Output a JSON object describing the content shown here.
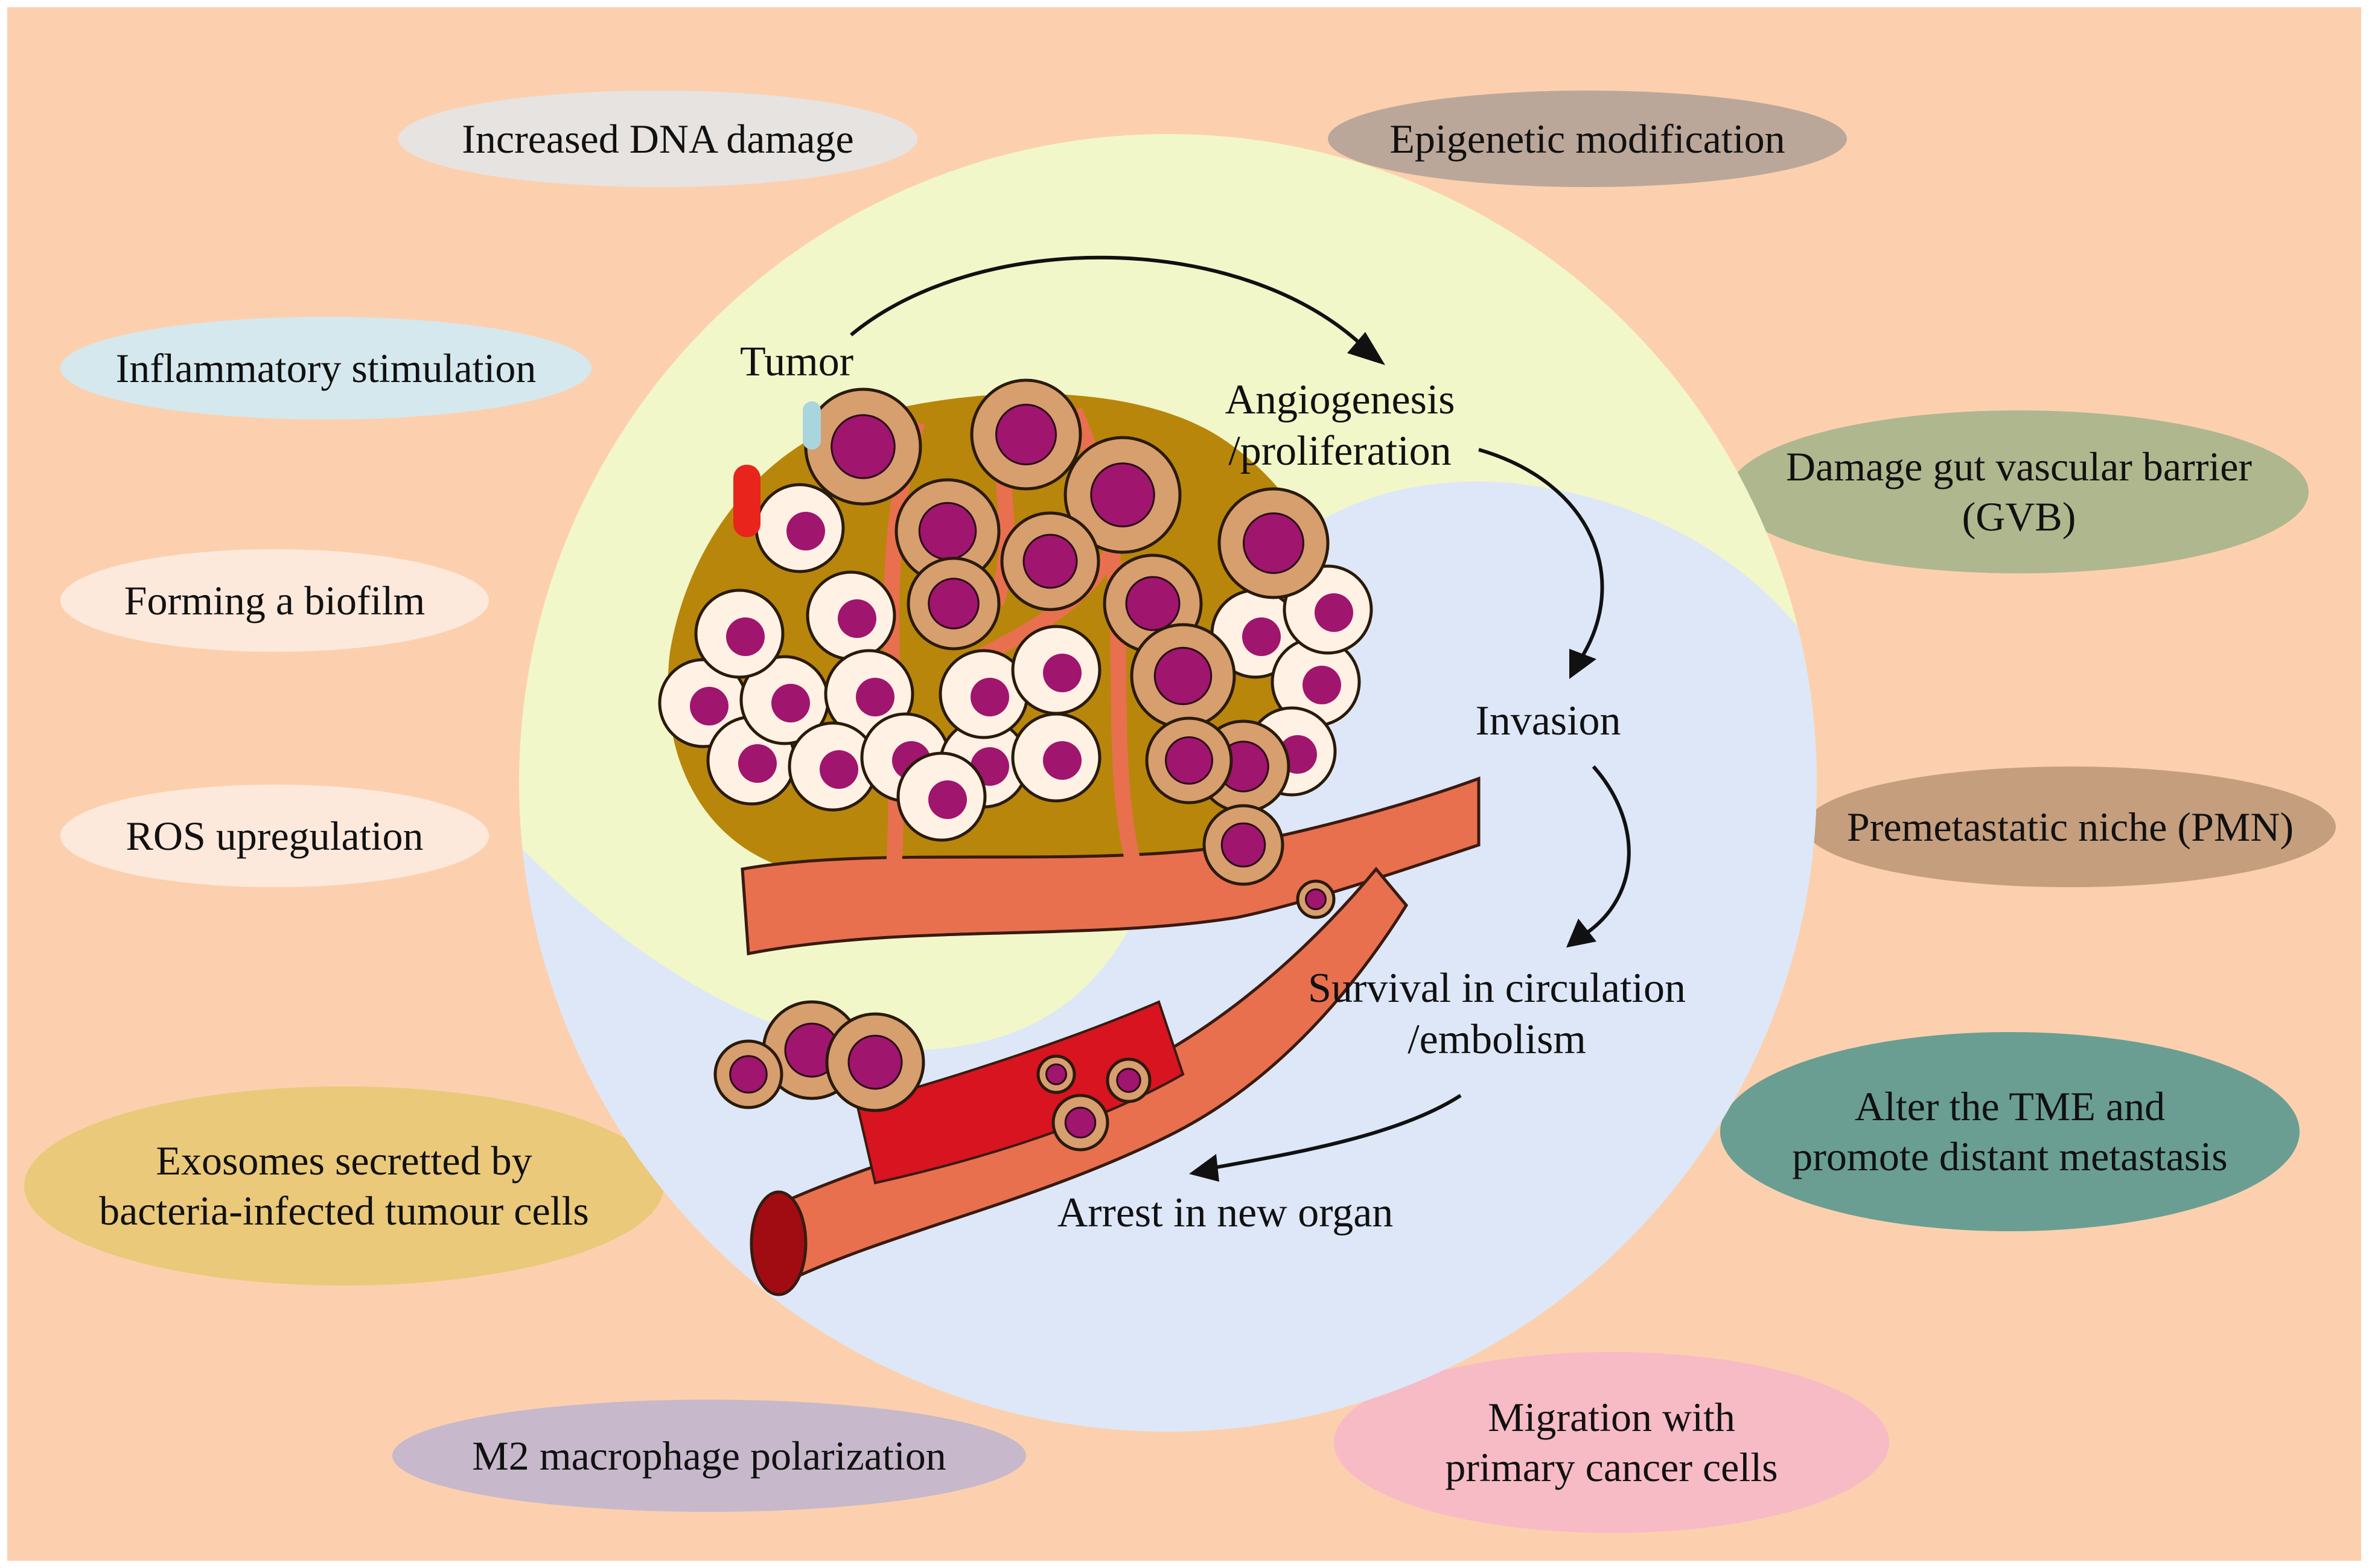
{
  "background_color": "#FCD0AE",
  "center_circle": {
    "color_upper": "#F1F7C9",
    "color_lower": "#DDE7F8"
  },
  "factors": [
    {
      "id": "dna_damage",
      "label": "Increased DNA damage",
      "color": "#E6E3E1"
    },
    {
      "id": "epigenetic",
      "label": "Epigenetic modification",
      "color": "#BBA79A"
    },
    {
      "id": "inflammatory",
      "label": "Inflammatory stimulation",
      "color": "#D5E8EE"
    },
    {
      "id": "gvb",
      "label": "Damage gut vascular barrier\n(GVB)",
      "color": "#AFB78E"
    },
    {
      "id": "biofilm",
      "label": "Forming a biofilm",
      "color": "#FDE9DC"
    },
    {
      "id": "ros",
      "label": "ROS upregulation",
      "color": "#FDE9DC"
    },
    {
      "id": "pmn",
      "label": "Premetastatic niche (PMN)",
      "color": "#C59E7E"
    },
    {
      "id": "tme",
      "label": "Alter the TME and\npromote distant metastasis",
      "color": "#6A9E93"
    },
    {
      "id": "exosomes",
      "label": "Exosomes secretted by\nbacteria-infected tumour cells",
      "color": "#EAC97A"
    },
    {
      "id": "m2",
      "label": "M2 macrophage polarization",
      "color": "#C7B8CB"
    },
    {
      "id": "migration",
      "label": "Migration with\nprimary cancer cells",
      "color": "#F7BBC6"
    }
  ],
  "steps": {
    "tumor": "Tumor",
    "angiogenesis": "Angiogenesis\n/proliferation",
    "invasion": "Invasion",
    "survival": "Survival in circulation\n/embolism",
    "arrest": "Arrest in new organ"
  },
  "illustration": {
    "cell_color": "#FFF1E3",
    "tumor_cell_color": "#D79E6E",
    "nucleus_color": "#A0156E",
    "vessel_color": "#E8704F",
    "blood_color": "#D7141F",
    "matrix_color": "#B8860B"
  }
}
